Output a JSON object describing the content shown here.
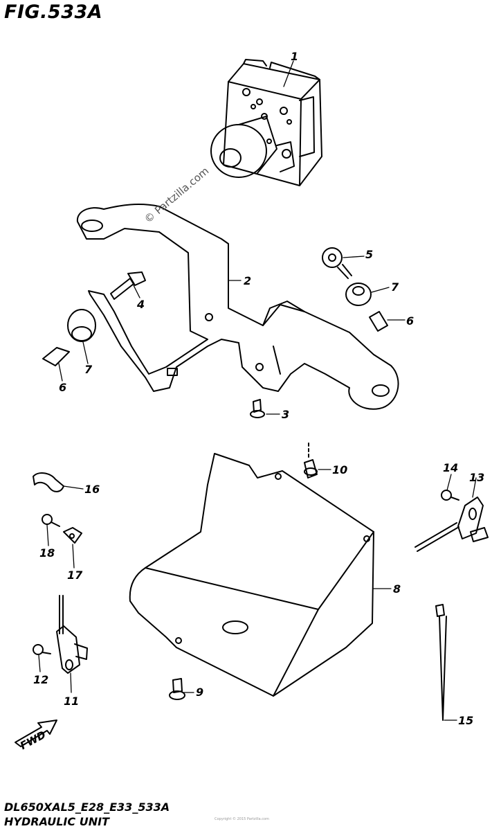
{
  "figure_title": "FIG.533A",
  "diagram_code": "DL650XAL5_E28_E33_533A",
  "caption": "HYDRAULIC UNIT",
  "watermark": "© Partzilla.com",
  "footer_note": "Copyright © 2015 Partzilla.com",
  "fwd_label": "FWD",
  "callouts": {
    "c1": "1",
    "c2": "2",
    "c3": "3",
    "c4": "4",
    "c5": "5",
    "c6a": "6",
    "c6b": "6",
    "c7a": "7",
    "c7b": "7",
    "c8": "8",
    "c9": "9",
    "c10": "10",
    "c11": "11",
    "c12": "12",
    "c13": "13",
    "c14": "14",
    "c15": "15",
    "c16": "16",
    "c17": "17",
    "c18": "18"
  }
}
